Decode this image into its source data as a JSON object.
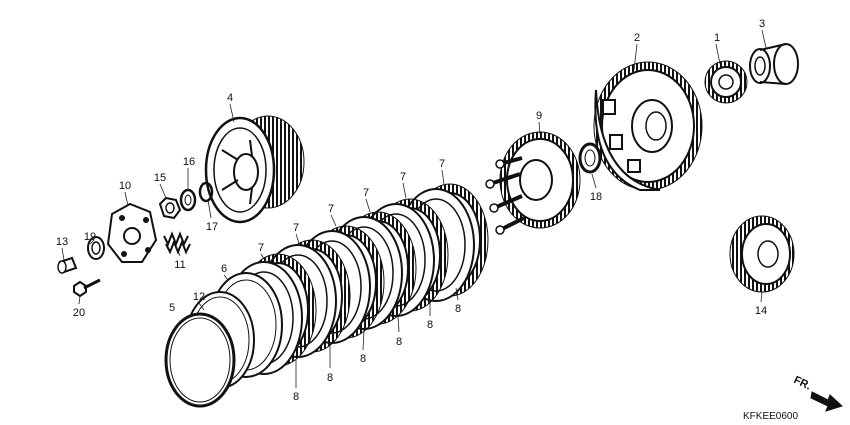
{
  "diagram": {
    "drawing_code": "KFKEE0600",
    "direction_label": "FR.",
    "callouts": [
      {
        "id": "c1",
        "text": "1"
      },
      {
        "id": "c2",
        "text": "2"
      },
      {
        "id": "c3",
        "text": "3"
      },
      {
        "id": "c4",
        "text": "4"
      },
      {
        "id": "c5",
        "text": "5"
      },
      {
        "id": "c6",
        "text": "6"
      },
      {
        "id": "c7a",
        "text": "7"
      },
      {
        "id": "c7b",
        "text": "7"
      },
      {
        "id": "c7c",
        "text": "7"
      },
      {
        "id": "c7d",
        "text": "7"
      },
      {
        "id": "c7e",
        "text": "7"
      },
      {
        "id": "c7f",
        "text": "7"
      },
      {
        "id": "c7g",
        "text": "7"
      },
      {
        "id": "c8a",
        "text": "8"
      },
      {
        "id": "c8b",
        "text": "8"
      },
      {
        "id": "c8c",
        "text": "8"
      },
      {
        "id": "c8d",
        "text": "8"
      },
      {
        "id": "c8e",
        "text": "8"
      },
      {
        "id": "c8f",
        "text": "8"
      },
      {
        "id": "c9",
        "text": "9"
      },
      {
        "id": "c10",
        "text": "10"
      },
      {
        "id": "c11",
        "text": "11"
      },
      {
        "id": "c12",
        "text": "12"
      },
      {
        "id": "c13",
        "text": "13"
      },
      {
        "id": "c14",
        "text": "14"
      },
      {
        "id": "c15",
        "text": "15"
      },
      {
        "id": "c16",
        "text": "16"
      },
      {
        "id": "c17",
        "text": "17"
      },
      {
        "id": "c18",
        "text": "18"
      },
      {
        "id": "c19",
        "text": "19"
      },
      {
        "id": "c20",
        "text": "20"
      }
    ]
  }
}
